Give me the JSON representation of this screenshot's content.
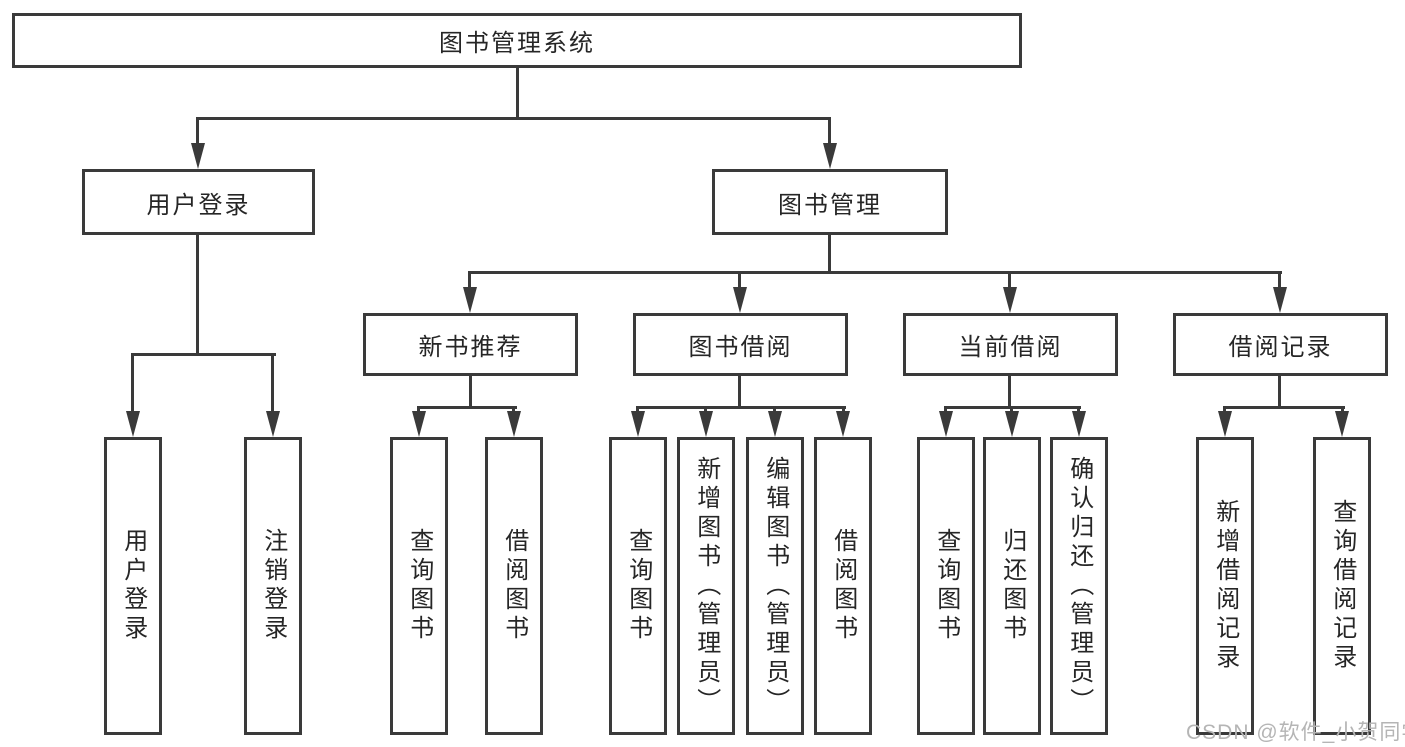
{
  "diagram": {
    "root": {
      "label": "图书管理系统"
    },
    "level2": [
      {
        "label": "用户登录"
      },
      {
        "label": "图书管理"
      }
    ],
    "level3": [
      {
        "label": "新书推荐"
      },
      {
        "label": "图书借阅"
      },
      {
        "label": "当前借阅"
      },
      {
        "label": "借阅记录"
      }
    ],
    "leaves": {
      "user_login": [
        {
          "label": "用户登录"
        },
        {
          "label": "注销登录"
        }
      ],
      "new_books": [
        {
          "label": "查询图书"
        },
        {
          "label": "借阅图书"
        }
      ],
      "borrow": [
        {
          "label": "查询图书"
        },
        {
          "label": "新增图书（管理员）"
        },
        {
          "label": "编辑图书（管理员）"
        },
        {
          "label": "借阅图书"
        }
      ],
      "current": [
        {
          "label": "查询图书"
        },
        {
          "label": "归还图书"
        },
        {
          "label": "确认归还（管理员）"
        }
      ],
      "records": [
        {
          "label": "新增借阅记录"
        },
        {
          "label": "查询借阅记录"
        }
      ]
    },
    "colors": {
      "line": "#3a3a3a",
      "text": "#262626",
      "background": "#ffffff",
      "watermark": "#b5b5b5"
    }
  },
  "watermark": {
    "text": "CSDN @软件_小贺同学"
  }
}
